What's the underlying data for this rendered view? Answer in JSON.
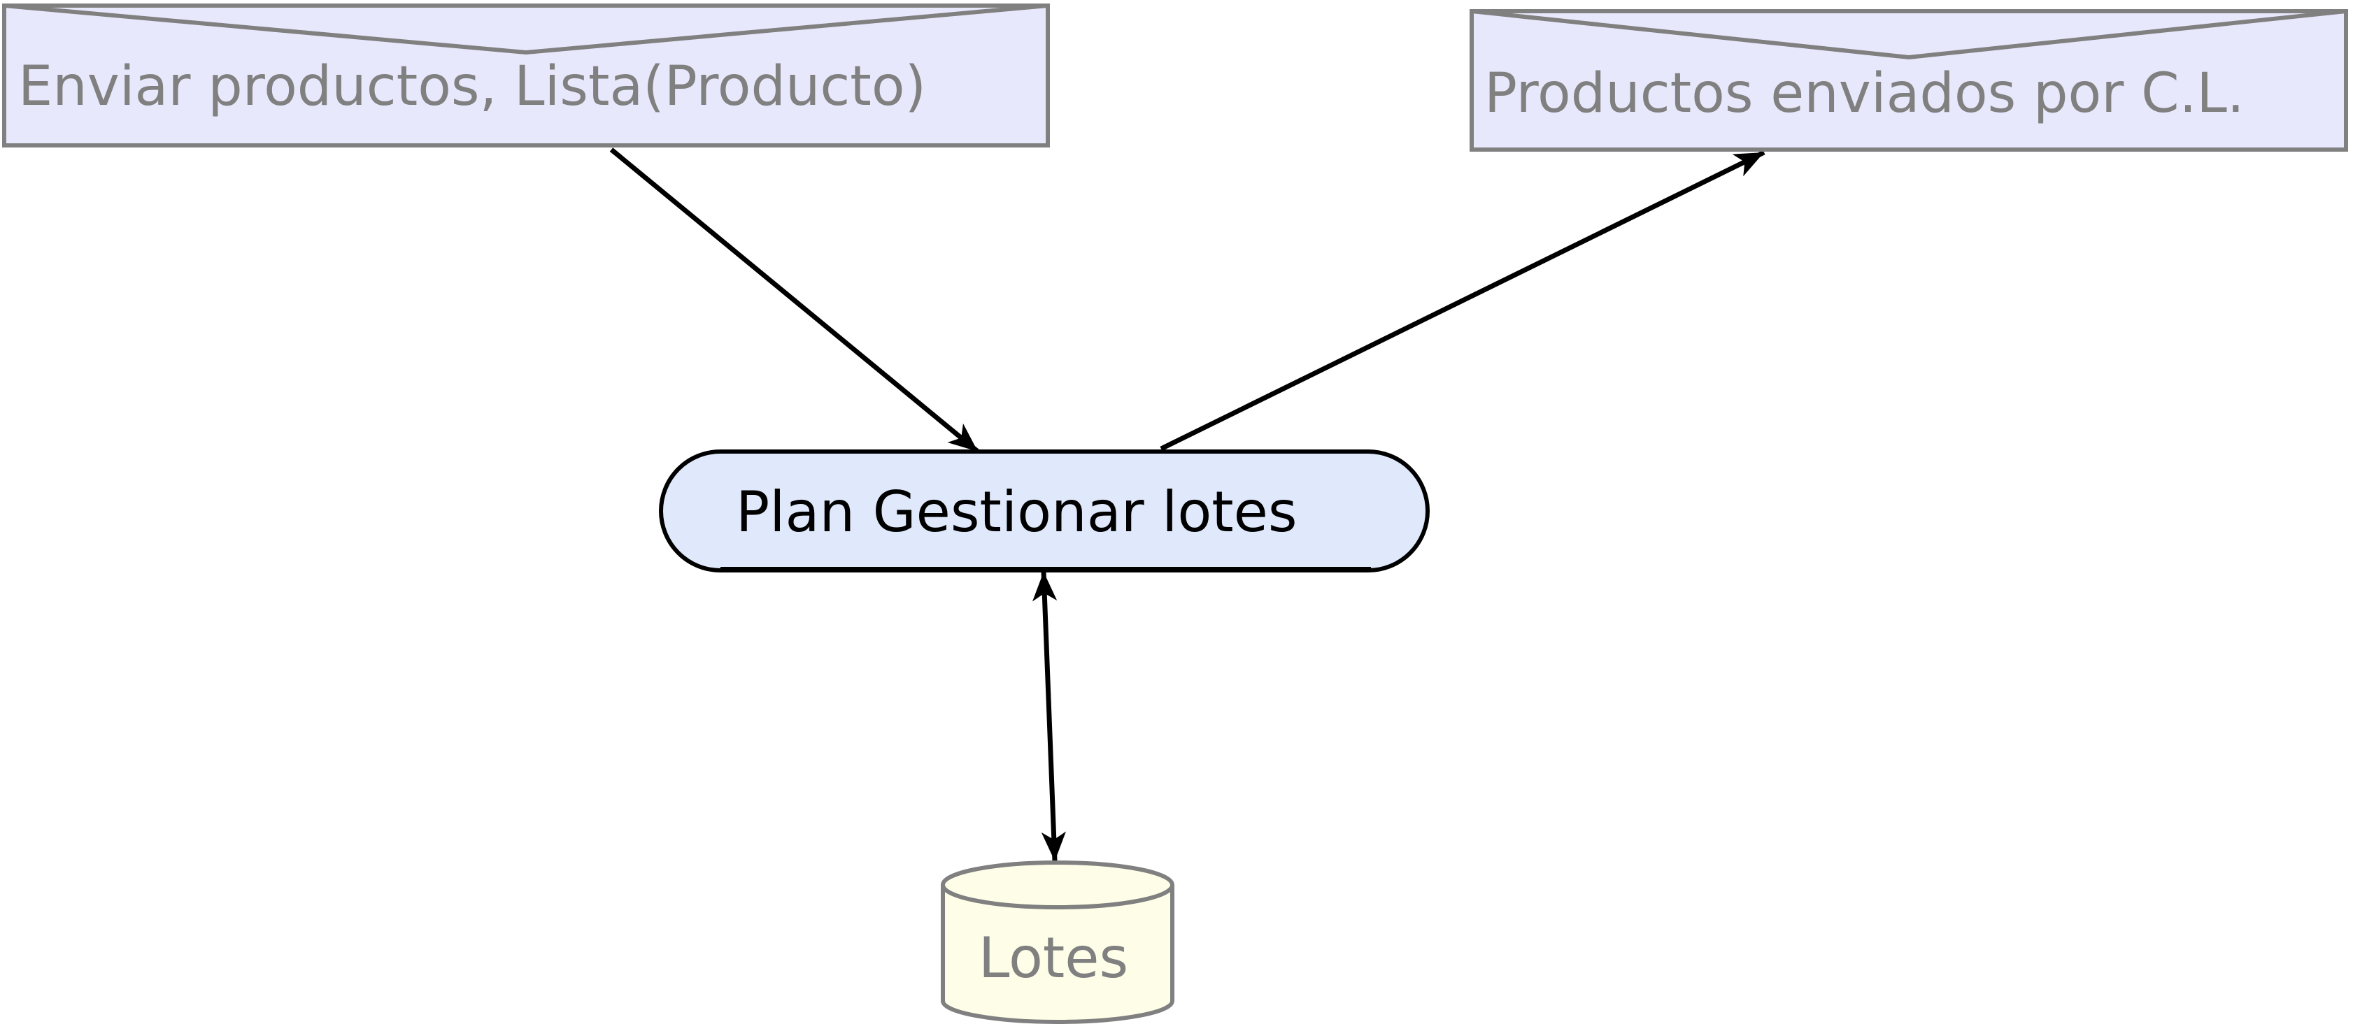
{
  "diagram": {
    "nodes": {
      "input_event": {
        "label": "Enviar productos, Lista(Producto)",
        "shape": "event-box"
      },
      "output_event": {
        "label": "Productos enviados por C.L.",
        "shape": "event-box"
      },
      "plan": {
        "label": "Plan Gestionar lotes",
        "shape": "rounded-capsule"
      },
      "store": {
        "label": "Lotes",
        "shape": "cylinder"
      }
    },
    "edges": [
      {
        "from": "input_event",
        "to": "plan",
        "direction": "forward"
      },
      {
        "from": "plan",
        "to": "output_event",
        "direction": "forward"
      },
      {
        "from": "plan",
        "to": "store",
        "direction": "both"
      }
    ]
  },
  "colors": {
    "event_fill": "#e8e8fc",
    "event_stroke": "#808080",
    "event_text": "#808080",
    "plan_fill": "#dfe9fb",
    "plan_stroke": "#000000",
    "plan_text": "#000000",
    "store_fill": "#fefee8",
    "store_stroke": "#808080",
    "store_text": "#808080",
    "arrow": "#000000"
  }
}
